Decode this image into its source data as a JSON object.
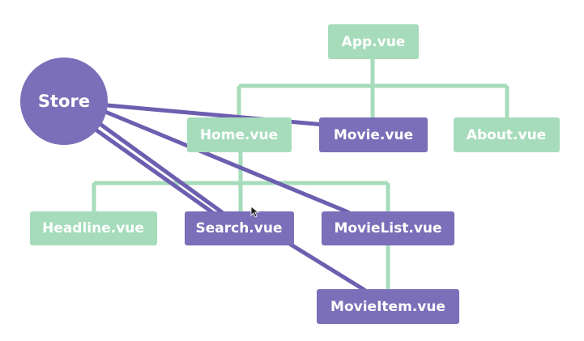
{
  "colors": {
    "component": "#a6dcbb",
    "store_connected": "#7a6fb8",
    "tree_line": "#a6dcbb",
    "store_line": "#6c5fb0",
    "background": "#ffffff"
  },
  "store": {
    "label": "Store"
  },
  "nodes": {
    "app": {
      "label": "App.vue",
      "connected_to_store": false
    },
    "home": {
      "label": "Home.vue",
      "connected_to_store": false
    },
    "movie": {
      "label": "Movie.vue",
      "connected_to_store": true
    },
    "about": {
      "label": "About.vue",
      "connected_to_store": false
    },
    "headline": {
      "label": "Headline.vue",
      "connected_to_store": false
    },
    "search": {
      "label": "Search.vue",
      "connected_to_store": true
    },
    "movielist": {
      "label": "MovieList.vue",
      "connected_to_store": true
    },
    "movieitem": {
      "label": "MovieItem.vue",
      "connected_to_store": true
    }
  }
}
